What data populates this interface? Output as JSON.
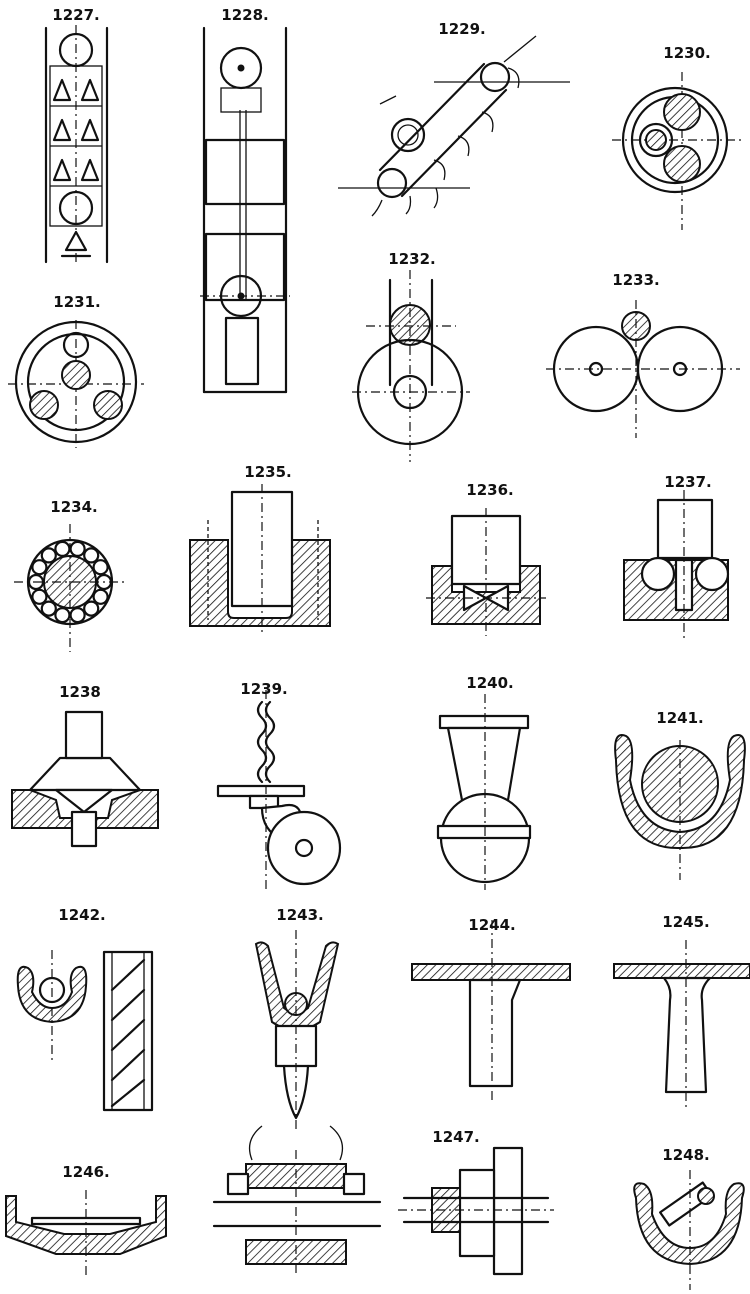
{
  "figures": [
    {
      "key": "f1227",
      "number": "1227."
    },
    {
      "key": "f1228",
      "number": "1228."
    },
    {
      "key": "f1229",
      "number": "1229."
    },
    {
      "key": "f1230",
      "number": "1230."
    },
    {
      "key": "f1231",
      "number": "1231."
    },
    {
      "key": "f1232",
      "number": "1232."
    },
    {
      "key": "f1233",
      "number": "1233."
    },
    {
      "key": "f1234",
      "number": "1234."
    },
    {
      "key": "f1235",
      "number": "1235."
    },
    {
      "key": "f1236",
      "number": "1236."
    },
    {
      "key": "f1237",
      "number": "1237."
    },
    {
      "key": "f1238",
      "number": "1238"
    },
    {
      "key": "f1239",
      "number": "1239."
    },
    {
      "key": "f1240",
      "number": "1240."
    },
    {
      "key": "f1241",
      "number": "1241."
    },
    {
      "key": "f1242",
      "number": "1242."
    },
    {
      "key": "f1243",
      "number": "1243."
    },
    {
      "key": "f1244",
      "number": "1244."
    },
    {
      "key": "f1245",
      "number": "1245."
    },
    {
      "key": "f1246",
      "number": "1246."
    },
    {
      "key": "f1247",
      "number": "1247."
    },
    {
      "key": "f1248",
      "number": "1248."
    }
  ]
}
